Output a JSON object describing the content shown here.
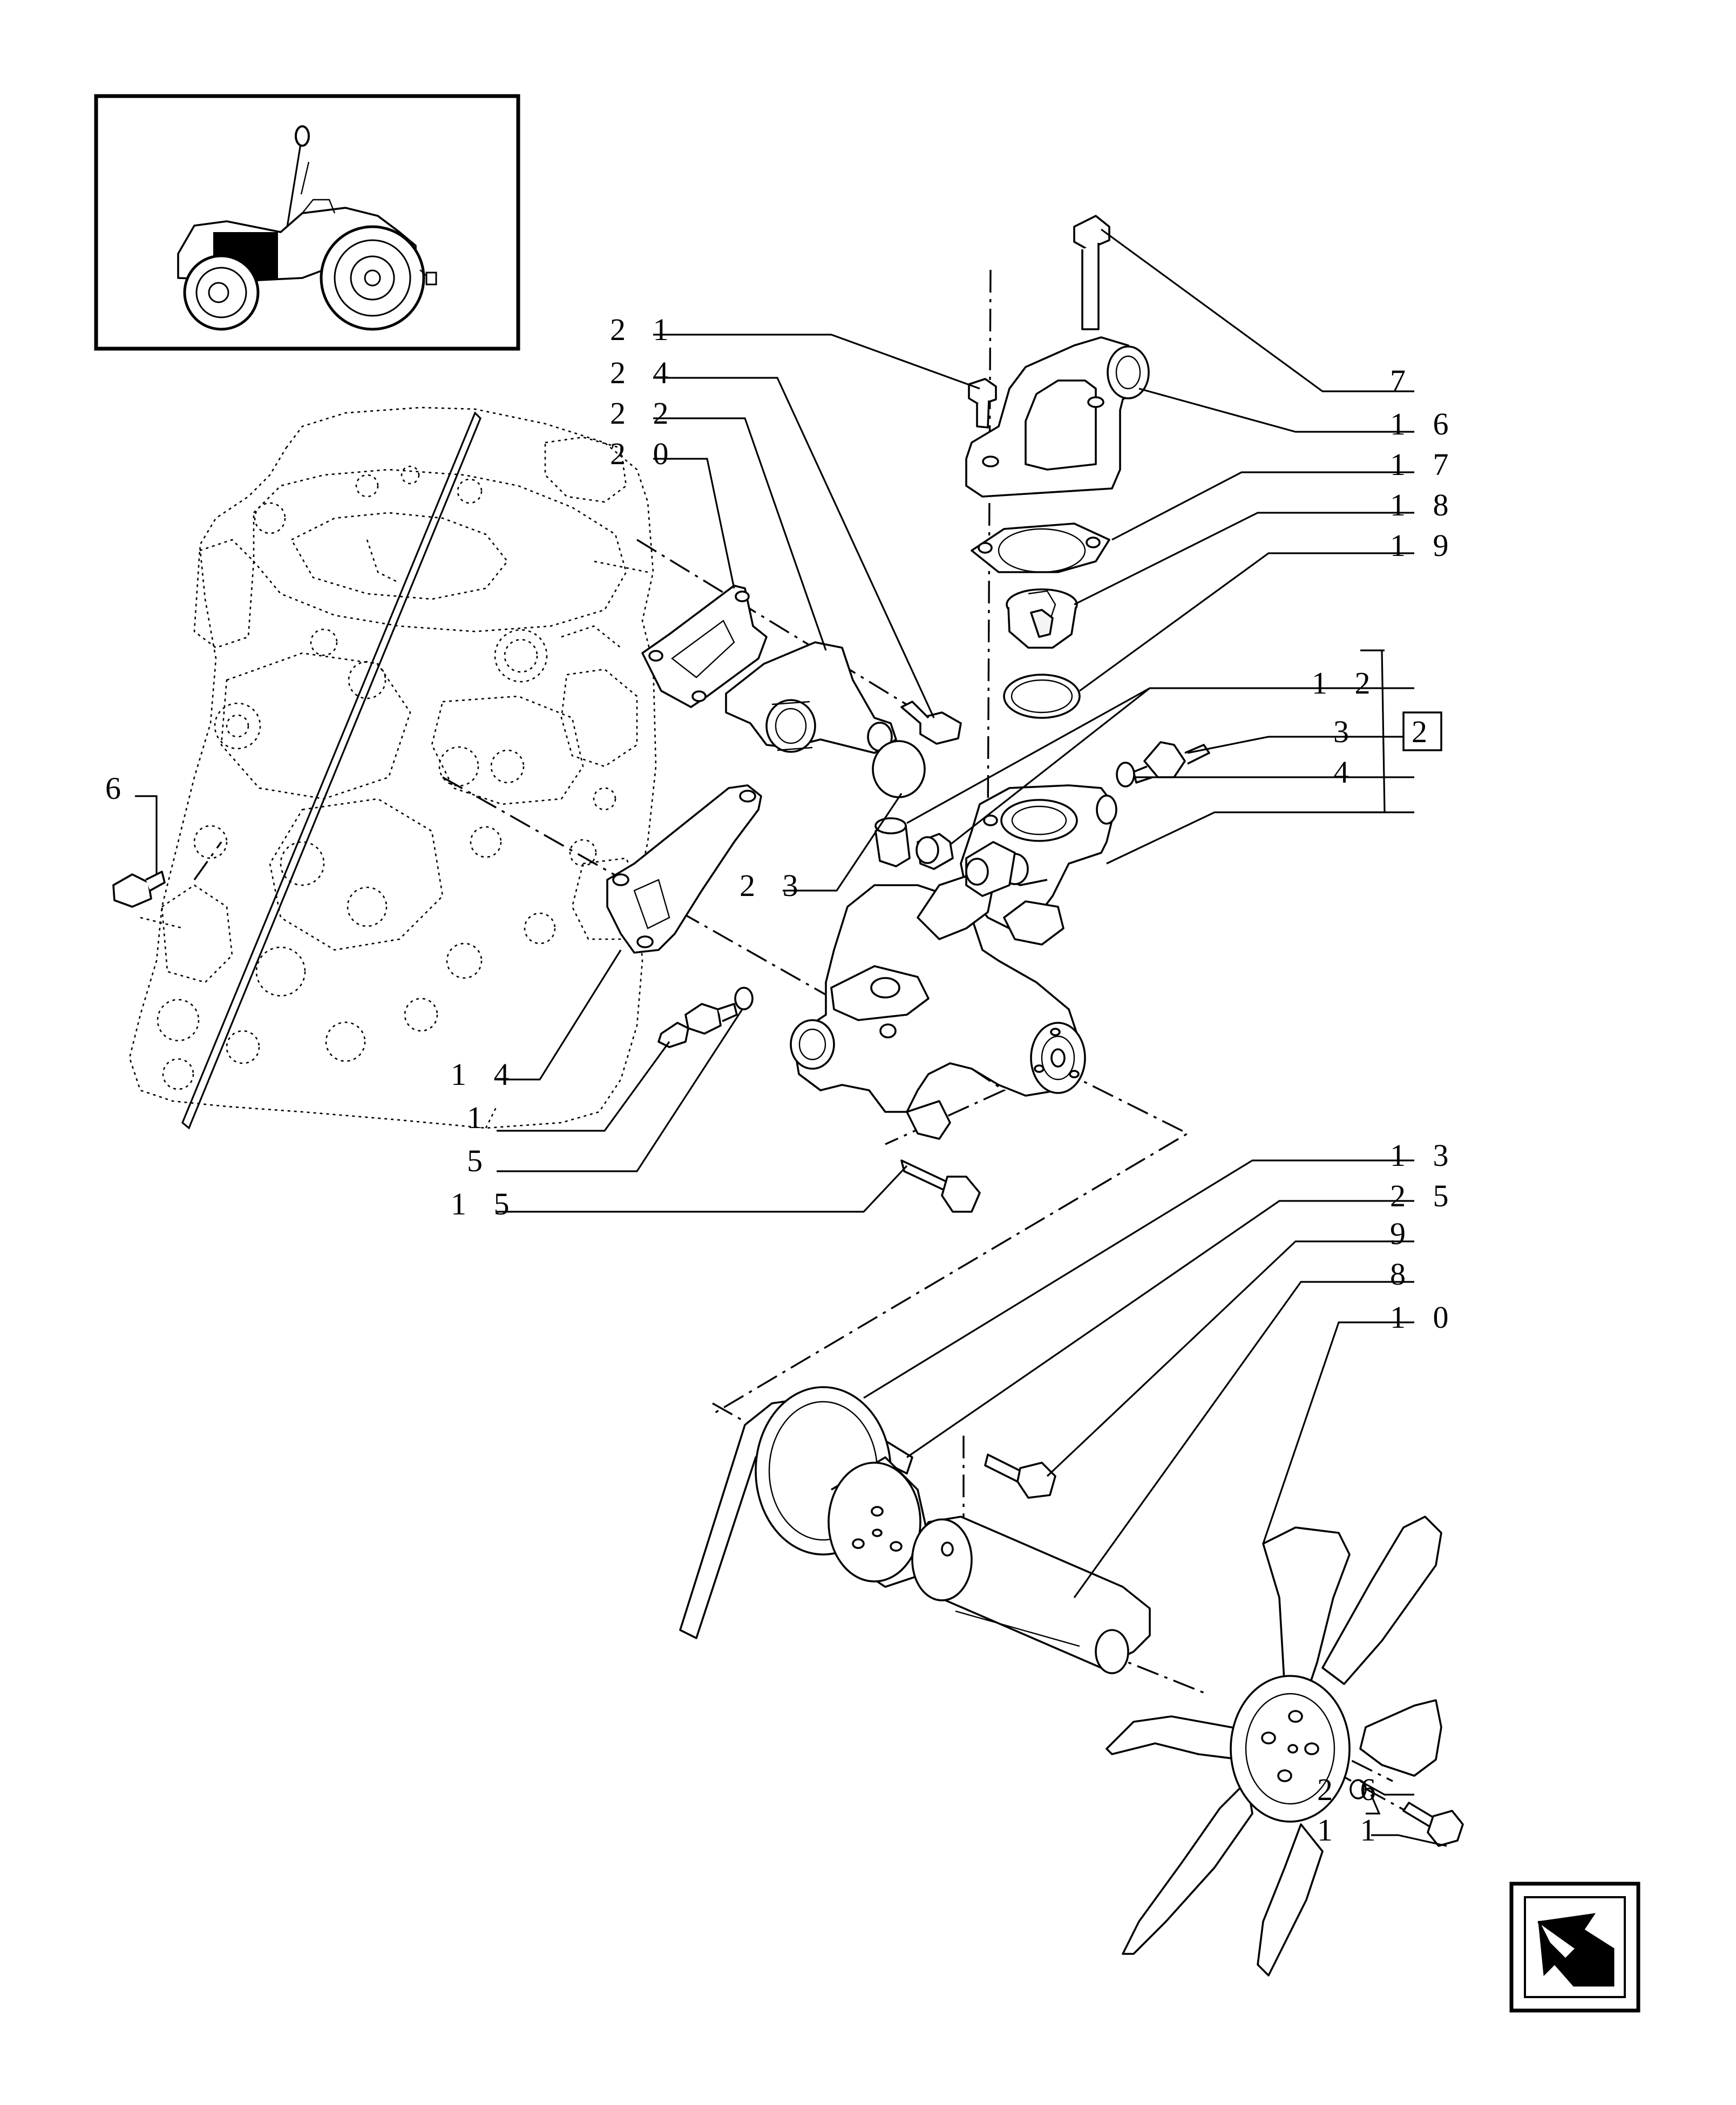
{
  "callouts": [
    {
      "id": "c21",
      "text": "2 1"
    },
    {
      "id": "c24",
      "text": "2 4"
    },
    {
      "id": "c22",
      "text": "2 2"
    },
    {
      "id": "c20",
      "text": "2 0"
    },
    {
      "id": "c7",
      "text": "7"
    },
    {
      "id": "c16",
      "text": "1 6"
    },
    {
      "id": "c17",
      "text": "1 7"
    },
    {
      "id": "c18",
      "text": "1 8"
    },
    {
      "id": "c19",
      "text": "1 9"
    },
    {
      "id": "c12",
      "text": "1 2"
    },
    {
      "id": "c3",
      "text": "3"
    },
    {
      "id": "c4",
      "text": "4"
    },
    {
      "id": "c2",
      "text": "2"
    },
    {
      "id": "c6",
      "text": "6"
    },
    {
      "id": "c23",
      "text": "2 3"
    },
    {
      "id": "c14",
      "text": "1 4"
    },
    {
      "id": "c1",
      "text": "1"
    },
    {
      "id": "c5",
      "text": "5"
    },
    {
      "id": "c15",
      "text": "1 5"
    },
    {
      "id": "c13",
      "text": "1 3"
    },
    {
      "id": "c25",
      "text": "2 5"
    },
    {
      "id": "c9",
      "text": "9"
    },
    {
      "id": "c8",
      "text": "8"
    },
    {
      "id": "c10",
      "text": "1 0"
    },
    {
      "id": "c26",
      "text": "2 6"
    },
    {
      "id": "c11",
      "text": "1 1"
    }
  ],
  "icons": {
    "thumbnail": "tractor-thumbnail-icon",
    "navigation": "return-arrow-icon"
  },
  "colors": {
    "ink": "#000000",
    "paper": "#ffffff"
  }
}
